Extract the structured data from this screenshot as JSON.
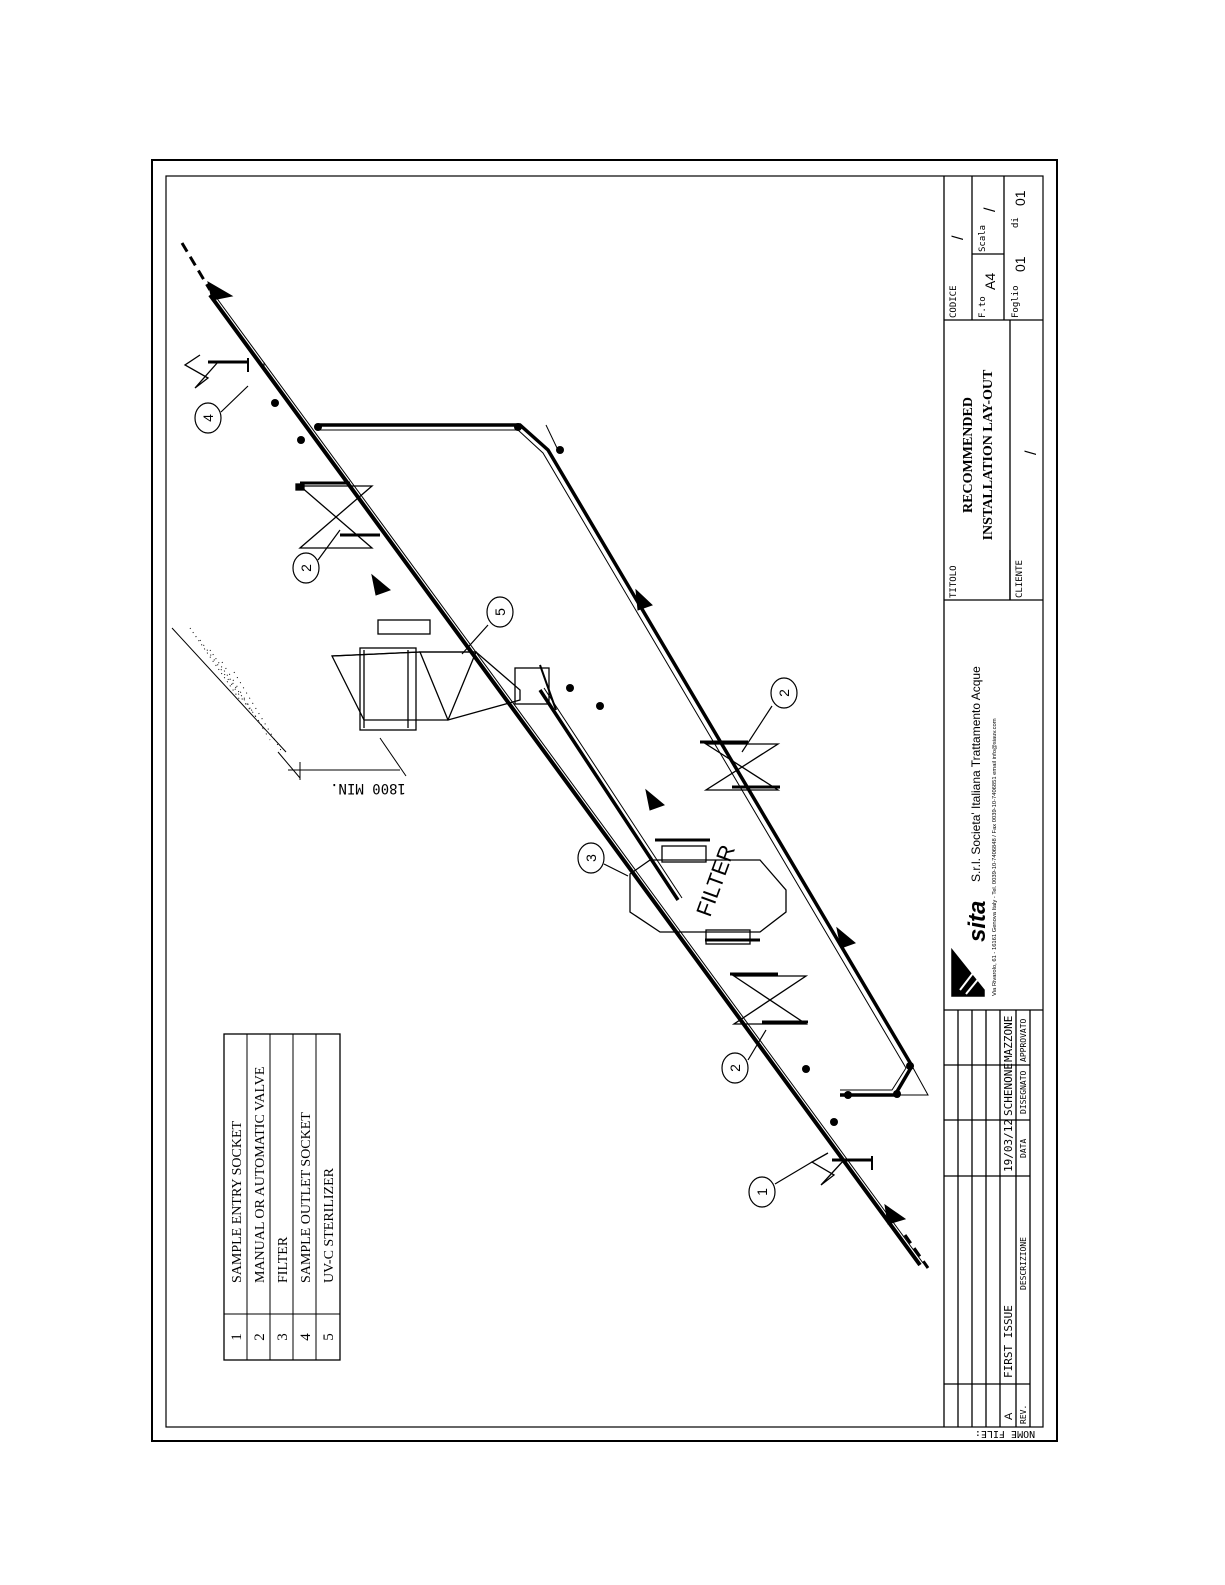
{
  "legend": {
    "items": [
      {
        "num": "1",
        "label": "SAMPLE ENTRY SOCKET"
      },
      {
        "num": "2",
        "label": "MANUAL OR AUTOMATIC VALVE"
      },
      {
        "num": "3",
        "label": "FILTER"
      },
      {
        "num": "4",
        "label": "SAMPLE OUTLET SOCKET"
      },
      {
        "num": "5",
        "label": "UV-C STERILIZER"
      }
    ]
  },
  "diagram": {
    "filter_label": "FILTER",
    "dimension": "1800 MIN.",
    "balloons": [
      "1",
      "2",
      "2",
      "2",
      "3",
      "4",
      "5"
    ]
  },
  "title_block": {
    "codice_label": "CODICE",
    "codice_value": "/",
    "fto_label": "F.to",
    "fto_value": "A4",
    "scala_label": "Scala",
    "scala_value": "/",
    "foglio_label": "Foglio",
    "foglio_value": "01",
    "di_label": "di",
    "di_value": "01",
    "titolo_label": "TITOLO",
    "title_line1": "RECOMMENDED",
    "title_line2": "INSTALLATION  LAY-OUT",
    "cliente_label": "CLIENTE",
    "cliente_value": "/",
    "company_logo": "sita",
    "company_name": "S.r.l.  Societa'  Italiana  Trattamento  Acque",
    "company_address": "Via Rivarolo, 61 - 16161 Genova Italy - Tel. 0039-10-7406848 / Fax 0039-10-7406851  email info@siauv.com",
    "revision": {
      "rev": "A",
      "descrizione": "FIRST ISSUE",
      "data": "19/03/12",
      "disegnato": "SCHENONE",
      "approvato": "MAZZONE"
    },
    "rev_header": "REV.",
    "descr_header": "DESCRIZIONE",
    "data_header": "DATA",
    "disegnato_header": "DISEGNATO",
    "approvato_header": "APPROVATO",
    "nome_file_label": "NOME FILE:"
  }
}
